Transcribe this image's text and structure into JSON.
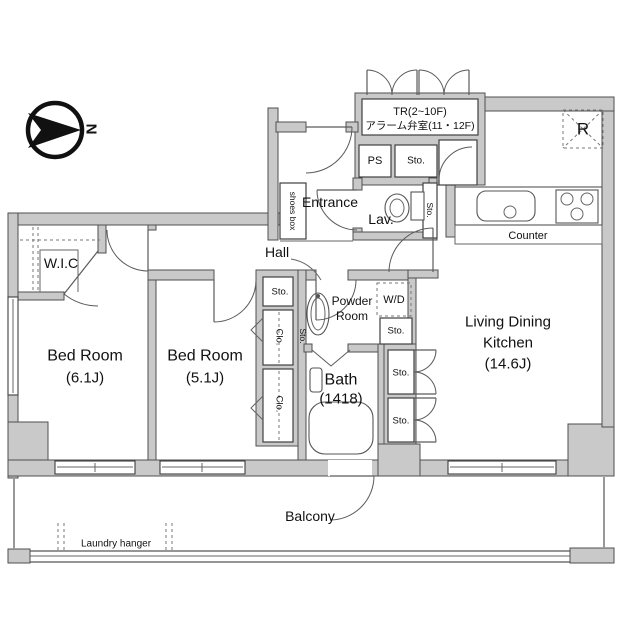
{
  "compass": {
    "label": "N"
  },
  "rooms": {
    "tr": {
      "line1": "TR(2~10F)",
      "line2": "アラーム弁室(11・12F)"
    },
    "ps": {
      "label": "PS"
    },
    "shoes_box": {
      "label": "shoes box"
    },
    "entrance": {
      "label": "Entrance"
    },
    "lav": {
      "label": "Lav."
    },
    "hall": {
      "label": "Hall"
    },
    "wic": {
      "label": "W.I.C"
    },
    "bedroom_6j": {
      "name": "Bed Room",
      "size": "(6.1J)"
    },
    "bedroom_5j": {
      "name": "Bed Room",
      "size": "(5.1J)"
    },
    "powder_room": {
      "line1": "Powder",
      "line2": "Room"
    },
    "wd": {
      "label": "W/D"
    },
    "bath": {
      "name": "Bath",
      "size": "(1418)"
    },
    "ldk": {
      "line1": "Living Dining",
      "line2": "Kitchen",
      "size": "(14.6J)"
    },
    "balcony": {
      "label": "Balcony"
    },
    "laundry_hanger": {
      "label": "Laundry hanger"
    },
    "counter": {
      "label": "Counter"
    },
    "refrigerator": {
      "label": "R"
    }
  },
  "labels": {
    "storage": "Sto.",
    "closet": "Clo."
  },
  "colors": {
    "wall_fill": "#c9c9c9",
    "wall_stroke": "#4f4f4f",
    "text": "#111111",
    "background": "#ffffff"
  }
}
